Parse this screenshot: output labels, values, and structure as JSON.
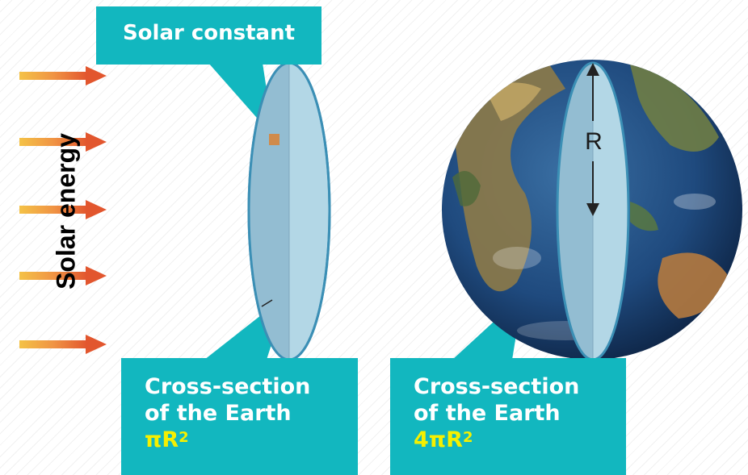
{
  "labels": {
    "solar_constant": "Solar constant",
    "solar_energy": "Solar energy",
    "left_caption_line1": "Cross-section",
    "left_caption_line2": "of the Earth",
    "left_formula": "πR",
    "left_formula_exp": "2",
    "right_caption_line1": "Cross-section",
    "right_caption_line2": "of the Earth",
    "right_formula": "4πR",
    "right_formula_exp": "2",
    "radius": "R"
  },
  "colors": {
    "callout": "#12b7bf",
    "formula": "#f5f000",
    "disk": "#b3d7e6",
    "arrow": "#e2562e"
  }
}
